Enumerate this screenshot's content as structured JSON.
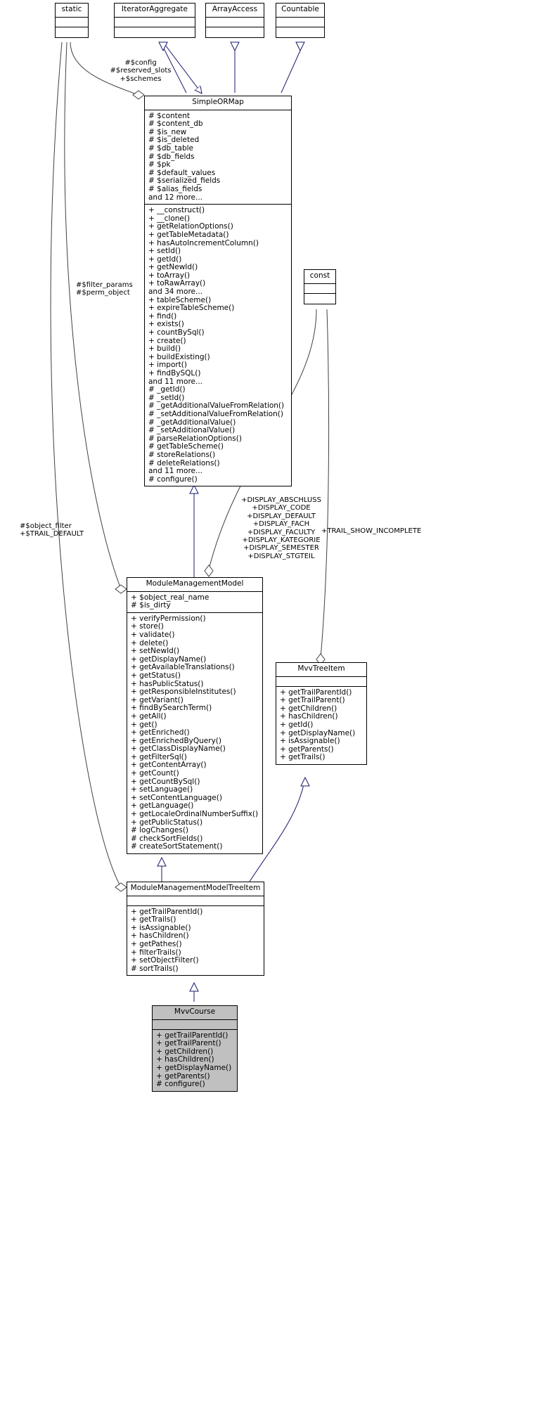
{
  "diagram": {
    "title": "UML class inheritance diagram",
    "edge_color": "#191970",
    "assoc_color": "#404040",
    "highlight_fill": "#c0c0c0"
  },
  "classes": {
    "static": {
      "name": "static",
      "attributes": [],
      "methods": []
    },
    "iterator_aggregate": {
      "name": "IteratorAggregate",
      "attributes": [],
      "methods": []
    },
    "array_access": {
      "name": "ArrayAccess",
      "attributes": [],
      "methods": []
    },
    "countable": {
      "name": "Countable",
      "attributes": [],
      "methods": []
    },
    "const": {
      "name": "const",
      "attributes": [],
      "methods": []
    },
    "simple_ormap": {
      "name": "SimpleORMap",
      "attributes": [
        "# $content",
        "# $content_db",
        "# $is_new",
        "# $is_deleted",
        "# $db_table",
        "# $db_fields",
        "# $pk",
        "# $default_values",
        "# $serialized_fields",
        "# $alias_fields",
        "and 12 more..."
      ],
      "methods": [
        "+ __construct()",
        "+ __clone()",
        "+ getRelationOptions()",
        "+ getTableMetadata()",
        "+ hasAutoIncrementColumn()",
        "+ setId()",
        "+ getId()",
        "+ getNewId()",
        "+ toArray()",
        "+ toRawArray()",
        "and 34 more...",
        "+ tableScheme()",
        "+ expireTableScheme()",
        "+ find()",
        "+ exists()",
        "+ countBySql()",
        "+ create()",
        "+ build()",
        "+ buildExisting()",
        "+ import()",
        "+ findBySQL()",
        "and 11 more...",
        "# _getId()",
        "# _setId()",
        "# _getAdditionalValueFromRelation()",
        "# _setAdditionalValueFromRelation()",
        "# _getAdditionalValue()",
        "# _setAdditionalValue()",
        "# parseRelationOptions()",
        "# getTableScheme()",
        "# storeRelations()",
        "# deleteRelations()",
        "and 11 more...",
        "# configure()"
      ]
    },
    "module_management_model": {
      "name": "ModuleManagementModel",
      "attributes": [
        "+ $object_real_name",
        "# $is_dirty"
      ],
      "methods": [
        "+ verifyPermission()",
        "+ store()",
        "+ validate()",
        "+ delete()",
        "+ setNewId()",
        "+ getDisplayName()",
        "+ getAvailableTranslations()",
        "+ getStatus()",
        "+ hasPublicStatus()",
        "+ getResponsibleInstitutes()",
        "+ getVariant()",
        "+ findBySearchTerm()",
        "+ getAll()",
        "+ get()",
        "+ getEnriched()",
        "+ getEnrichedByQuery()",
        "+ getClassDisplayName()",
        "+ getFilterSql()",
        "+ getContentArray()",
        "+ getCount()",
        "+ getCountBySql()",
        "+ setLanguage()",
        "+ setContentLanguage()",
        "+ getLanguage()",
        "+ getLocaleOrdinalNumberSuffix()",
        "+ getPublicStatus()",
        "# logChanges()",
        "# checkSortFields()",
        "# createSortStatement()"
      ]
    },
    "mvv_tree_item": {
      "name": "MvvTreeItem",
      "attributes": [],
      "methods": [
        "+ getTrailParentId()",
        "+ getTrailParent()",
        "+ getChildren()",
        "+ hasChildren()",
        "+ getId()",
        "+ getDisplayName()",
        "+ isAssignable()",
        "+ getParents()",
        "+ getTrails()"
      ]
    },
    "module_management_model_tree_item": {
      "name": "ModuleManagementModelTreeItem",
      "attributes": [],
      "methods": [
        "+ getTrailParentId()",
        "+ getTrails()",
        "+ isAssignable()",
        "+ hasChildren()",
        "+ getPathes()",
        "+ filterTrails()",
        "+ setObjectFilter()",
        "# sortTrails()"
      ]
    },
    "mvv_course": {
      "name": "MvvCourse",
      "attributes": [],
      "methods": [
        "+ getTrailParentId()",
        "+ getTrailParent()",
        "+ getChildren()",
        "+ hasChildren()",
        "+ getDisplayName()",
        "+ getParents()",
        "# configure()"
      ]
    }
  },
  "edge_labels": {
    "static_to_simple_ormap": "#$config\n#$reserved_slots\n+$schemes",
    "static_to_module_management_model": "#$filter_params\n#$perm_object",
    "static_to_tree_item": "#$object_filter\n+$TRAIL_DEFAULT",
    "const_display": "+DISPLAY_ABSCHLUSS\n+DISPLAY_CODE\n+DISPLAY_DEFAULT\n+DISPLAY_FACH\n+DISPLAY_FACULTY\n+DISPLAY_KATEGORIE\n+DISPLAY_SEMESTER\n+DISPLAY_STGTEIL",
    "const_trail": "+TRAIL_SHOW_INCOMPLETE"
  }
}
